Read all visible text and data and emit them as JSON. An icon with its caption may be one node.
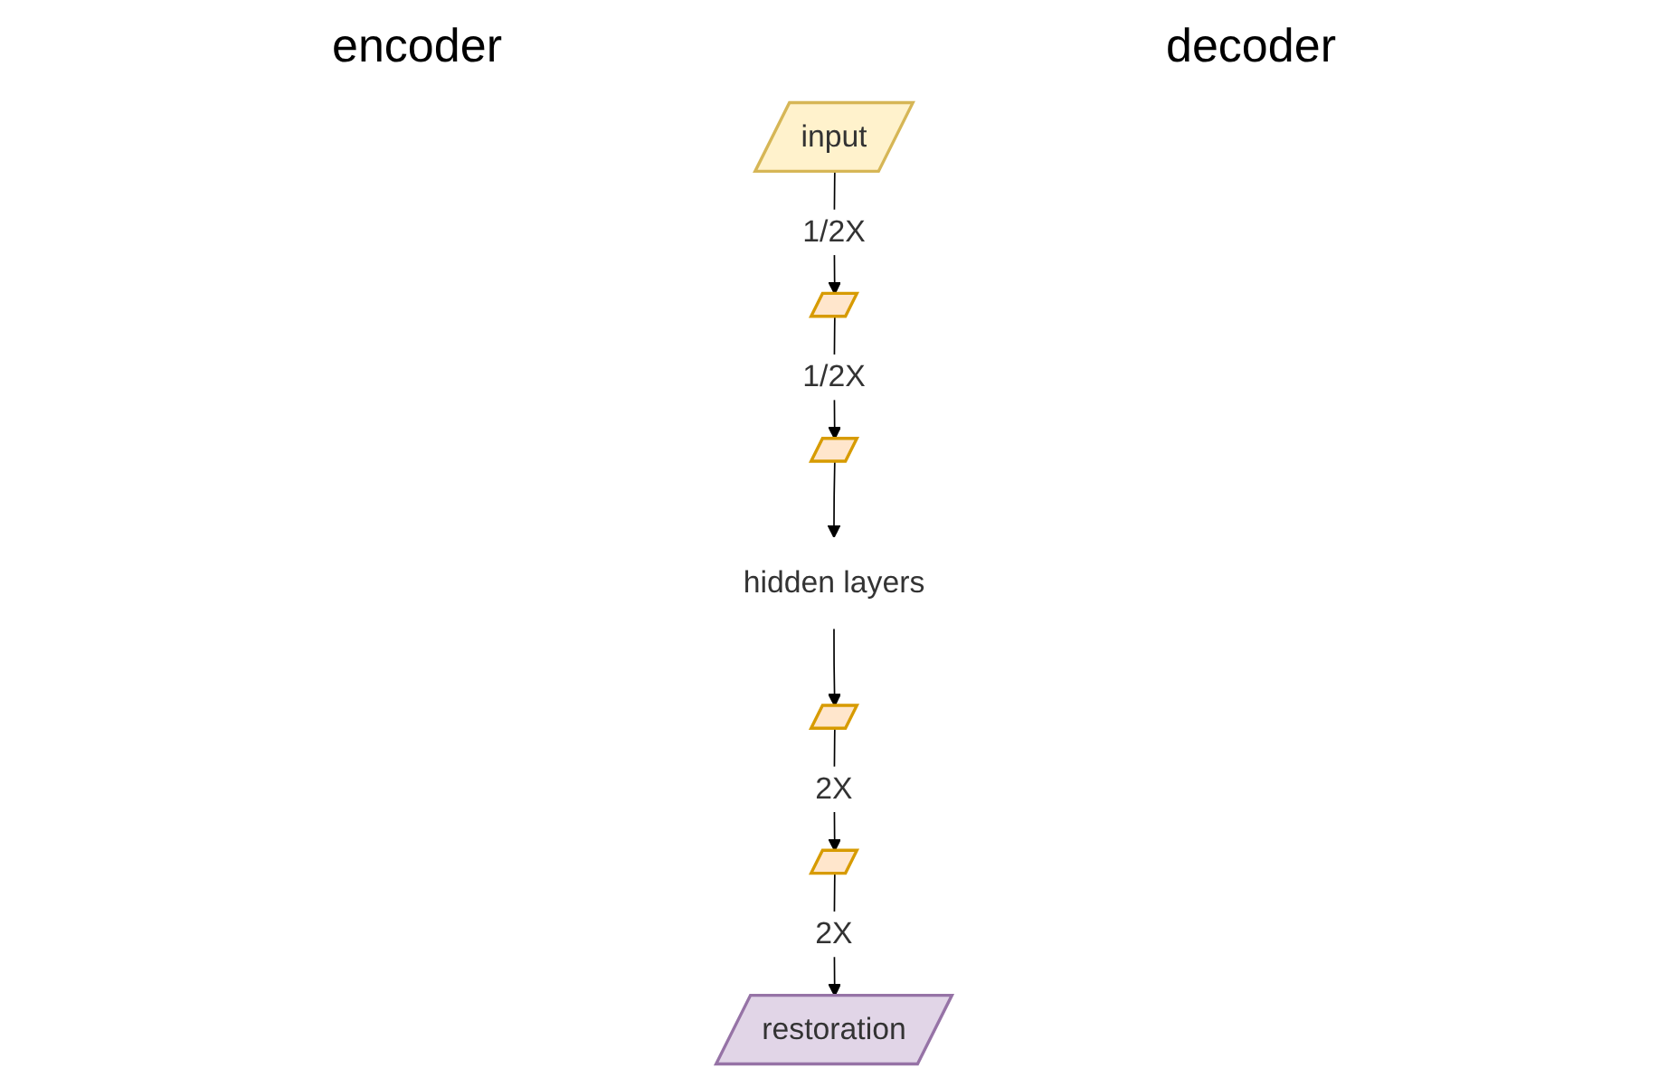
{
  "diagram": {
    "nodes": [
      {
        "text": [
          "input"
        ]
      },
      {
        "text": [],
        "shape": "parallelogram"
      },
      {
        "text": [],
        "shape": "parallelogram"
      },
      {
        "text": [
          "hidden layers"
        ]
      },
      {
        "text": [],
        "shape": "parallelogram"
      },
      {
        "text": [],
        "shape": "parallelogram"
      },
      {
        "text": [
          "restoration"
        ]
      }
    ],
    "edges": [
      {
        "from": 0,
        "to": 1,
        "arrow": "to",
        "label": "1/2X"
      },
      {
        "from": 1,
        "to": 2,
        "arrow": "to",
        "label": "1/2X"
      },
      {
        "from": 2,
        "to": 3,
        "arrow": "to"
      },
      {
        "from": 3,
        "to": 4,
        "arrow": "to"
      },
      {
        "from": 4,
        "to": 5,
        "arrow": "to",
        "label": "2X"
      },
      {
        "from": 5,
        "to": 6,
        "arrow": "to",
        "label": "2X"
      }
    ],
    "labels": [
      "encoder",
      "decoder"
    ]
  }
}
